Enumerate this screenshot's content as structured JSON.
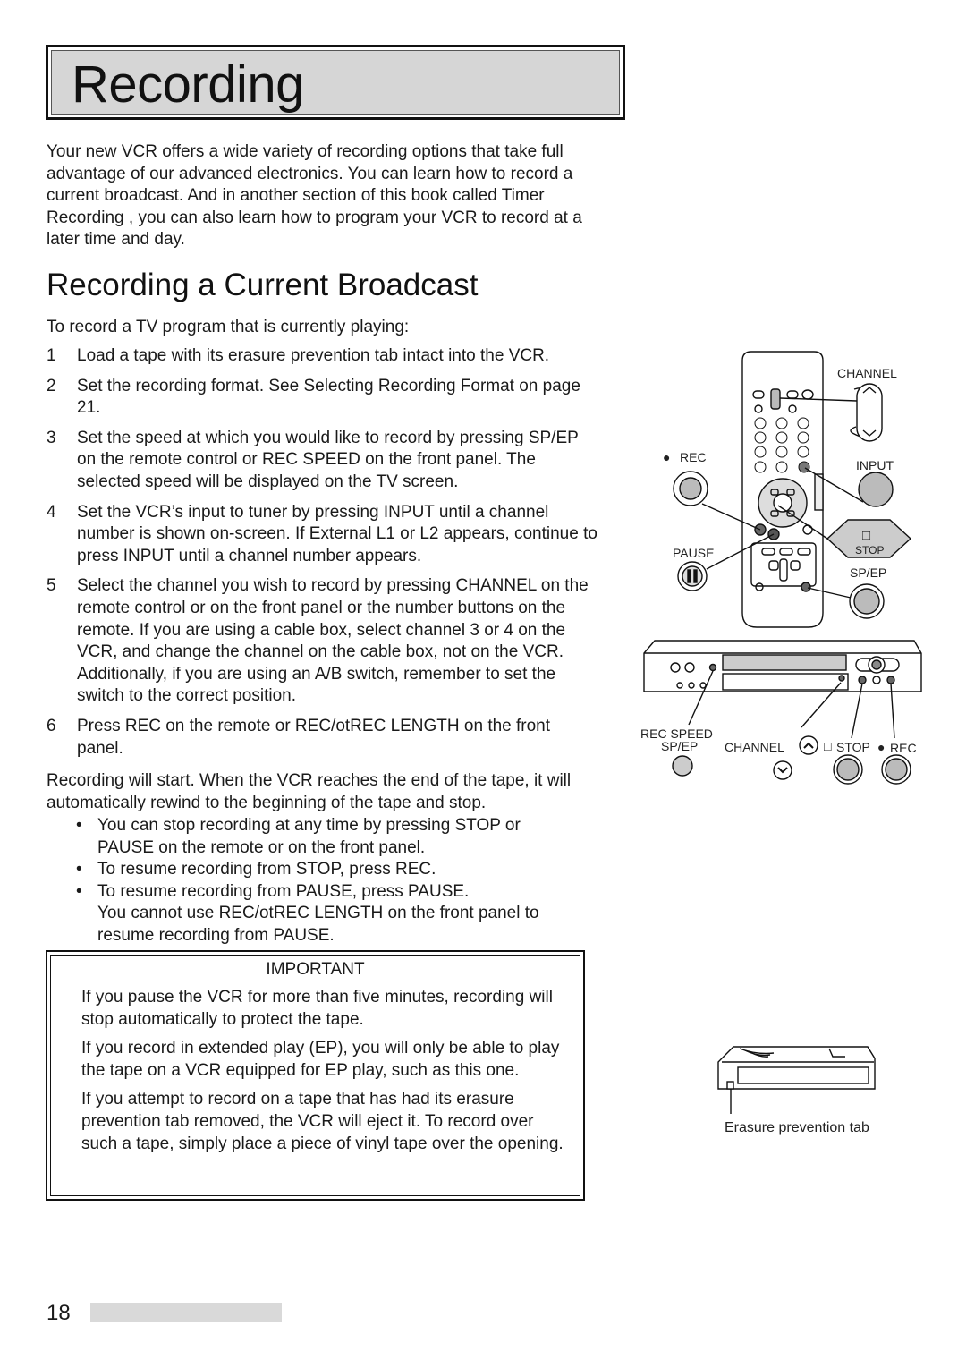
{
  "page": {
    "title": "Recording",
    "intro": "Your new VCR offers a wide variety of recording options that take full advantage of our advanced electronics.  You can learn how to record a current broadcast.  And in another section of this book called Timer Recording  , you can also learn how to program your VCR to record at a later time and day.",
    "section_title": "Recording a Current Broadcast",
    "lead": "To record a TV program that is currently playing:",
    "steps": [
      {
        "num": "1",
        "text": "Load a tape with its erasure prevention tab intact into the VCR."
      },
      {
        "num": "2",
        "text": "Set the recording format.  See Selecting Recording Format on page 21."
      },
      {
        "num": "3",
        "text": "Set the speed at which you would like to record by pressing SP/EP on the remote control or REC SPEED on the front panel.  The selected speed will be displayed on the TV screen."
      },
      {
        "num": "4",
        "text": "Set the VCR’s input to tuner by pressing INPUT until a channel number is shown on-screen.  If External L1  or L2 appears, continue to press INPUT until a channel number appears."
      },
      {
        "num": "5",
        "text": "Select the channel you wish to record by pressing CHANNEL on the remote control or on the front panel or the number buttons on the remote.  If you are using a cable box, select channel 3 or 4 on the VCR, and change the channel on the cable box, not on the VCR.  Additionally, if you are using an A/B switch, remember to set the switch to the correct position."
      },
      {
        "num": "6",
        "text": "Press REC on the remote or REC/otREC LENGTH on the front panel."
      }
    ],
    "after_steps": "Recording will start.  When the VCR reaches the end of the tape, it will automatically rewind to the beginning of the tape and stop.",
    "bullets": [
      "You can stop recording at any time by pressing STOP or PAUSE on the remote or on the front panel.",
      "To resume recording from STOP, press REC.",
      "To resume recording from PAUSE, press PAUSE."
    ],
    "bullet_note": "You cannot use REC/otREC LENGTH on the front panel to resume recording from PAUSE.",
    "important": {
      "title": "IMPORTANT",
      "paragraphs": [
        "If you pause the VCR for more than five minutes, recording will stop automatically to protect the tape.",
        "If you record in extended play (EP), you will only be able to play the tape on a VCR equipped for EP play, such as this one.",
        "If you attempt to record on a tape that has had its erasure prevention tab removed, the VCR will eject it.  To record over such a tape, simply place a piece of vinyl tape over the opening."
      ]
    },
    "bullet_char": "•",
    "page_number": "18"
  },
  "figure": {
    "labels": {
      "channel": "CHANNEL",
      "rec": "REC",
      "input": "INPUT",
      "pause": "PAUSE",
      "stop": "STOP",
      "spep": "SP/EP",
      "rec_speed": "REC SPEED",
      "spep_front": "SP/EP",
      "channel_front": "CHANNEL",
      "stop_front": "STOP",
      "rec_front": "REC",
      "stop_symbol": "□",
      "rec_symbol": "●"
    },
    "tape_caption": "Erasure prevention tab"
  }
}
